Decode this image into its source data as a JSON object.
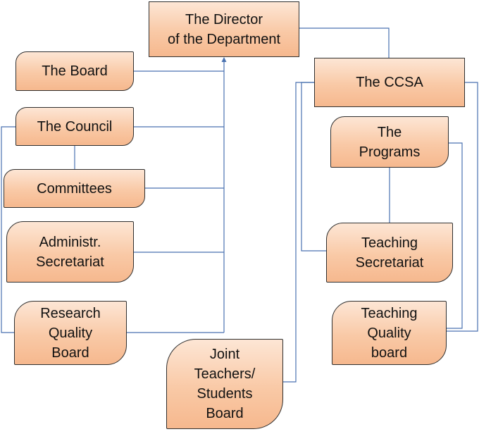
{
  "nodes": {
    "director": "The Director\nof the Department",
    "board": "The Board",
    "council": "The Council",
    "committees": "Committees",
    "admin": "Administr.\nSecretariat",
    "research": "Research\nQuality\nBoard",
    "joint": "Joint\nTeachers/\nStudents\nBoard",
    "ccsa": "The CCSA",
    "programs": "The\nPrograms",
    "teaching_sec": "Teaching\nSecretariat",
    "teaching_quality": "Teaching\nQuality\nboard"
  },
  "colors": {
    "connector": "#4a72b0",
    "box_border": "#2f2f2f",
    "box_fill_top": "#fde6d5",
    "box_fill_bottom": "#f6b88e"
  }
}
